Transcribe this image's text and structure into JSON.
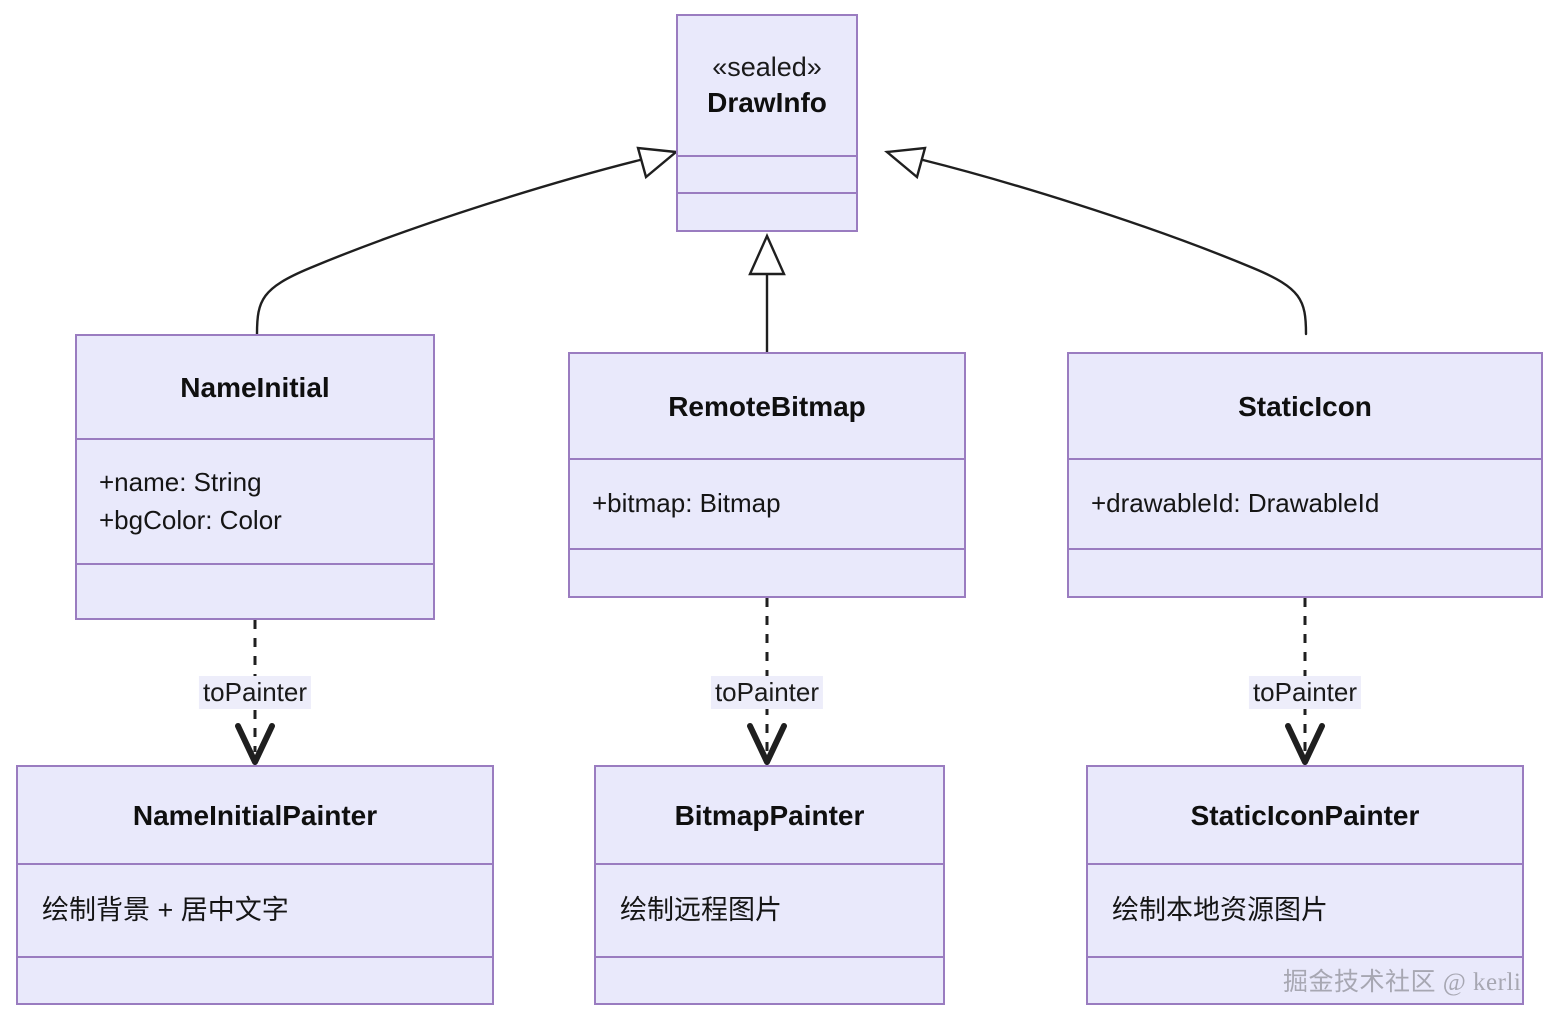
{
  "diagram": {
    "type": "uml-class-diagram",
    "colors": {
      "box_fill": "#e9e9fb",
      "box_border": "#9a7cc0",
      "edge_stroke": "#1f1f1f",
      "label_bg": "#ededfa",
      "text": "#111111",
      "watermark": "#8e8e96"
    },
    "classes": [
      {
        "id": "drawinfo",
        "stereotype": "«sealed»",
        "name": "DrawInfo",
        "attributes": [],
        "methods": []
      },
      {
        "id": "nameinitial",
        "stereotype": "",
        "name": "NameInitial",
        "attributes": [
          "+name: String",
          "+bgColor: Color"
        ],
        "methods": []
      },
      {
        "id": "remotebitmap",
        "stereotype": "",
        "name": "RemoteBitmap",
        "attributes": [
          "+bitmap: Bitmap"
        ],
        "methods": []
      },
      {
        "id": "staticicon",
        "stereotype": "",
        "name": "StaticIcon",
        "attributes": [
          "+drawableId: DrawableId"
        ],
        "methods": []
      },
      {
        "id": "nameinitialpainter",
        "stereotype": "",
        "name": "NameInitialPainter",
        "attributes": [
          "绘制背景 + 居中文字"
        ],
        "methods": []
      },
      {
        "id": "bitmappainter",
        "stereotype": "",
        "name": "BitmapPainter",
        "attributes": [
          "绘制远程图片"
        ],
        "methods": []
      },
      {
        "id": "staticiconpainter",
        "stereotype": "",
        "name": "StaticIconPainter",
        "attributes": [
          "绘制本地资源图片"
        ],
        "methods": []
      }
    ],
    "relationships": [
      {
        "id": "gen-left",
        "from": "NameInitial",
        "to": "DrawInfo",
        "kind": "generalization",
        "label": ""
      },
      {
        "id": "gen-middle",
        "from": "RemoteBitmap",
        "to": "DrawInfo",
        "kind": "generalization",
        "label": ""
      },
      {
        "id": "gen-right",
        "from": "StaticIcon",
        "to": "DrawInfo",
        "kind": "generalization",
        "label": ""
      },
      {
        "id": "dep-left",
        "from": "NameInitial",
        "to": "NameInitialPainter",
        "kind": "dependency",
        "label": "toPainter"
      },
      {
        "id": "dep-middle",
        "from": "RemoteBitmap",
        "to": "BitmapPainter",
        "kind": "dependency",
        "label": "toPainter"
      },
      {
        "id": "dep-right",
        "from": "StaticIcon",
        "to": "StaticIconPainter",
        "kind": "dependency",
        "label": "toPainter"
      }
    ],
    "edge_labels": {
      "left": "toPainter",
      "middle": "toPainter",
      "right": "toPainter"
    },
    "watermark": "掘金技术社区 @ kerli"
  }
}
